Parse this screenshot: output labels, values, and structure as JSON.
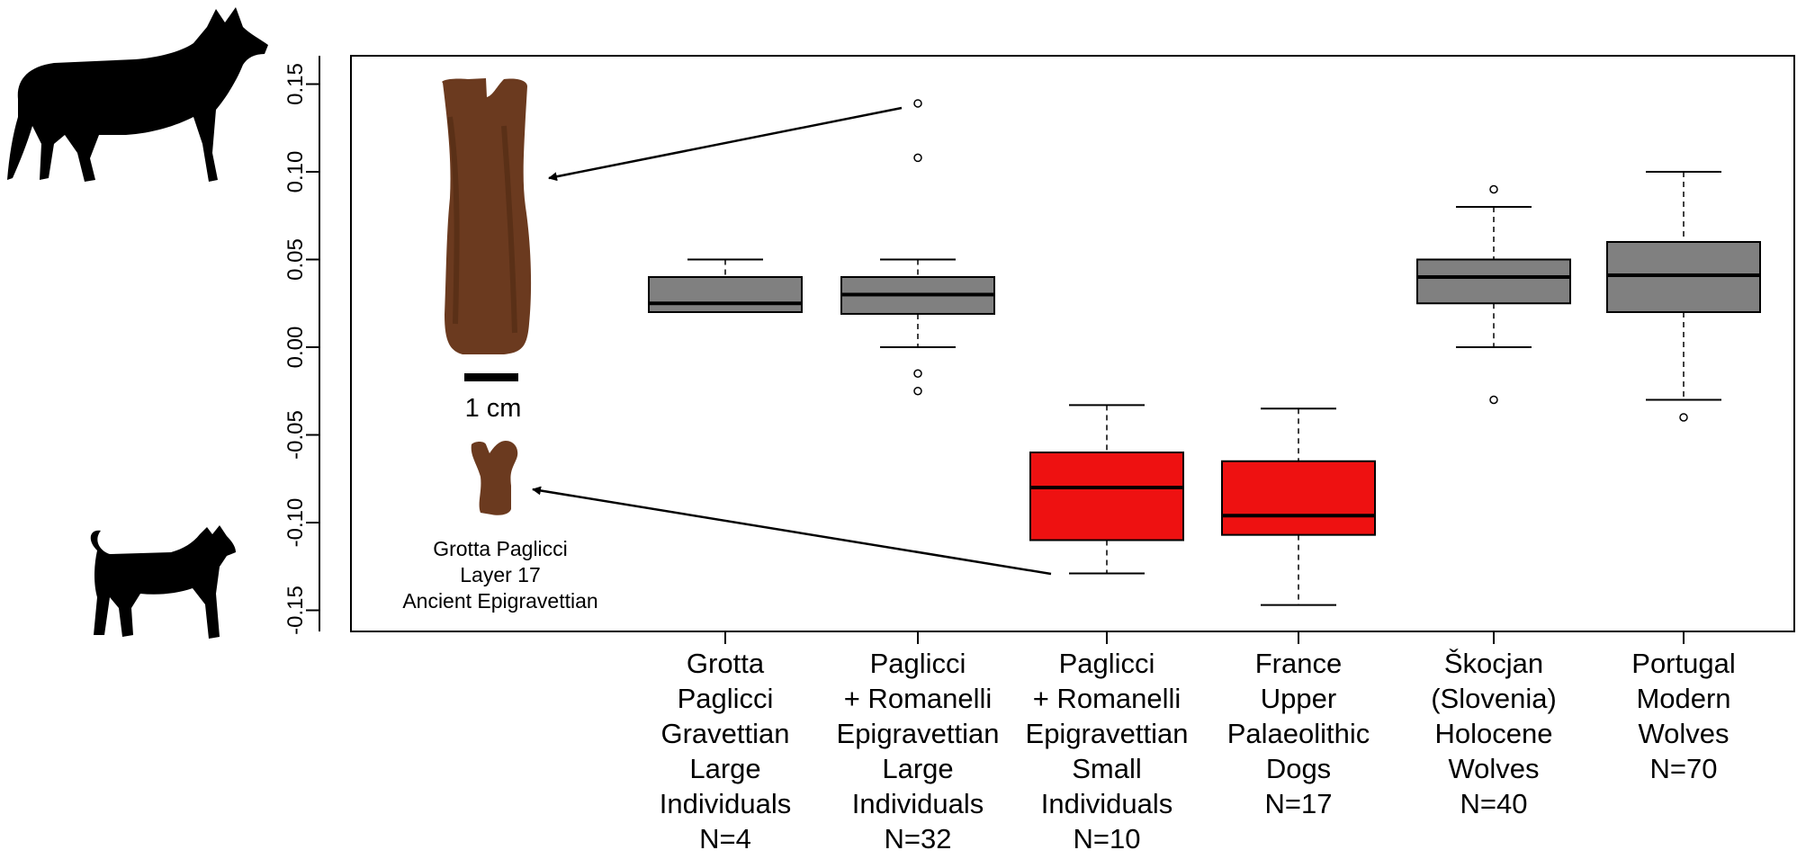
{
  "chart_data": {
    "type": "box",
    "ylim": [
      -0.15,
      0.15
    ],
    "yticks": [
      "0.15",
      "0.10",
      "0.05",
      "0.00",
      "-0.05",
      "-0.10",
      "-0.15"
    ],
    "ytick_values": [
      0.15,
      0.1,
      0.05,
      0.0,
      -0.05,
      -0.1,
      -0.15
    ],
    "grid": false,
    "groups": [
      {
        "label_lines": [
          "Grotta",
          "Paglicci",
          "Gravettian",
          "Large",
          "Individuals",
          "N=4"
        ],
        "whisker_low": 0.02,
        "q1": 0.02,
        "median": 0.025,
        "q3": 0.04,
        "whisker_high": 0.05,
        "outliers": [],
        "color": "#808080"
      },
      {
        "label_lines": [
          "Paglicci",
          "+ Romanelli",
          "Epigravettian",
          "Large",
          "Individuals",
          "N=32"
        ],
        "whisker_low": 0.0,
        "q1": 0.019,
        "median": 0.03,
        "q3": 0.04,
        "whisker_high": 0.05,
        "outliers": [
          0.139,
          0.108,
          -0.015,
          -0.025
        ],
        "color": "#808080"
      },
      {
        "label_lines": [
          "Paglicci",
          "+ Romanelli",
          "Epigravettian",
          "Small",
          "Individuals",
          "N=10"
        ],
        "whisker_low": -0.129,
        "q1": -0.11,
        "median": -0.08,
        "q3": -0.06,
        "whisker_high": -0.033,
        "outliers": [],
        "color": "#ee1111"
      },
      {
        "label_lines": [
          "France",
          "Upper",
          "Palaeolithic",
          "Dogs",
          "N=17"
        ],
        "whisker_low": -0.147,
        "q1": -0.107,
        "median": -0.096,
        "q3": -0.065,
        "whisker_high": -0.035,
        "outliers": [],
        "color": "#ee1111"
      },
      {
        "label_lines": [
          "Škocjan",
          "(Slovenia)",
          "Holocene",
          "Wolves",
          "N=40"
        ],
        "whisker_low": 0.0,
        "q1": 0.025,
        "median": 0.04,
        "q3": 0.05,
        "whisker_high": 0.08,
        "outliers": [
          0.09,
          -0.03
        ],
        "color": "#808080"
      },
      {
        "label_lines": [
          "Portugal",
          "Modern",
          "Wolves",
          "N=70"
        ],
        "whisker_low": -0.03,
        "q1": 0.02,
        "median": 0.041,
        "q3": 0.06,
        "whisker_high": 0.1,
        "outliers": [
          -0.04
        ],
        "color": "#808080"
      }
    ],
    "annotations": {
      "scale_label": "1 cm",
      "specimen_lines": [
        "Grotta Paglicci",
        "Layer 17",
        "Ancient Epigravettian"
      ]
    }
  }
}
